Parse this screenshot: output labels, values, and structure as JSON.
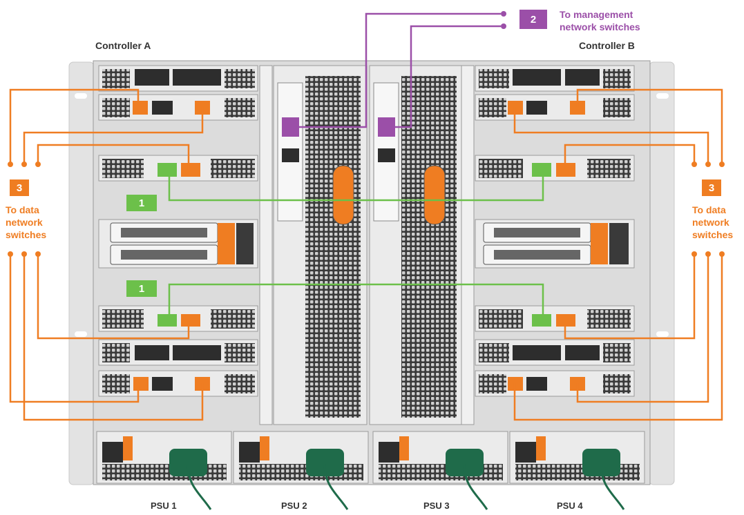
{
  "controllers": {
    "a_label": "Controller A",
    "b_label": "Controller B"
  },
  "callouts": {
    "mgmt": {
      "number": "2",
      "line1": "To management",
      "line2": "network switches"
    },
    "data_left": {
      "number": "3",
      "line1": "To data",
      "line2": "network",
      "line3": "switches"
    },
    "data_right": {
      "number": "3",
      "line1": "To data",
      "line2": "network",
      "line3": "switches"
    },
    "cluster_top": {
      "number": "1"
    },
    "cluster_bottom": {
      "number": "1"
    }
  },
  "psus": [
    {
      "label": "PSU 1"
    },
    {
      "label": "PSU 2"
    },
    {
      "label": "PSU 3"
    },
    {
      "label": "PSU 4"
    }
  ],
  "colors": {
    "data_cable": "#ef7d22",
    "mgmt_cable": "#9b4fa8",
    "cluster_cable": "#6cc04a",
    "power_cable": "#1f6b4a",
    "chassis_light": "#d6d6d6",
    "chassis_dark": "#2b2b2b"
  }
}
